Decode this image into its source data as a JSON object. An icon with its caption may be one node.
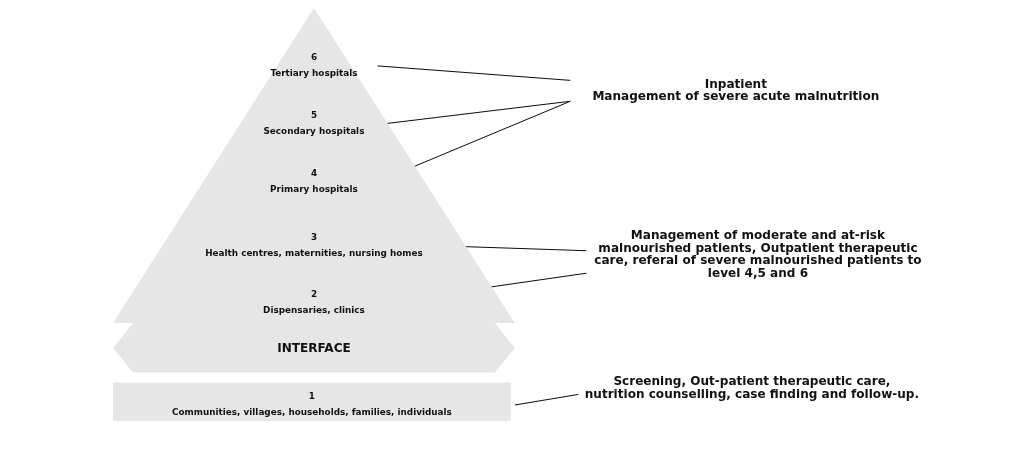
{
  "diagram": {
    "nodes": [
      {
        "text": [],
        "shape": "triangle"
      },
      {
        "text": [
          "6",
          "Tertiary hospitals"
        ],
        "in": 0
      },
      {
        "text": [
          "5",
          "Secondary hospitals"
        ],
        "in": 0
      },
      {
        "text": [
          "4",
          "Primary hospitals"
        ],
        "in": 0
      },
      {
        "text": [
          "3",
          "Health centres, maternities, nursing homes"
        ],
        "in": 0
      },
      {
        "text": [
          "2",
          "Dispensaries, clinics"
        ],
        "in": 0
      },
      {
        "text": [
          "INTERFACE"
        ]
      },
      {
        "text": [
          "1",
          "Communities, villages, households, families, individuals"
        ]
      },
      {
        "text": [
          "Inpatient",
          "Management of severe acute malnutrition"
        ]
      },
      {
        "text": [
          "Management of moderate and at-risk malnourished patients, Outpatient therapeutic care, referal of severe malnourished patients to level 4,5 and 6"
        ]
      },
      {
        "text": [
          "Screening, Out-patient therapeutic care, nutrition counselling, case finding and follow-up."
        ]
      }
    ],
    "edges": [
      {
        "from": 1,
        "to": 8,
        "arrow": "none"
      },
      {
        "from": 2,
        "to": 8,
        "arrow": "none"
      },
      {
        "from": 3,
        "to": 8,
        "arrow": "none"
      },
      {
        "from": 4,
        "to": 9,
        "arrow": "none"
      },
      {
        "from": 5,
        "to": 9,
        "arrow": "none"
      },
      {
        "from": 7,
        "to": 10,
        "arrow": "none"
      }
    ]
  }
}
